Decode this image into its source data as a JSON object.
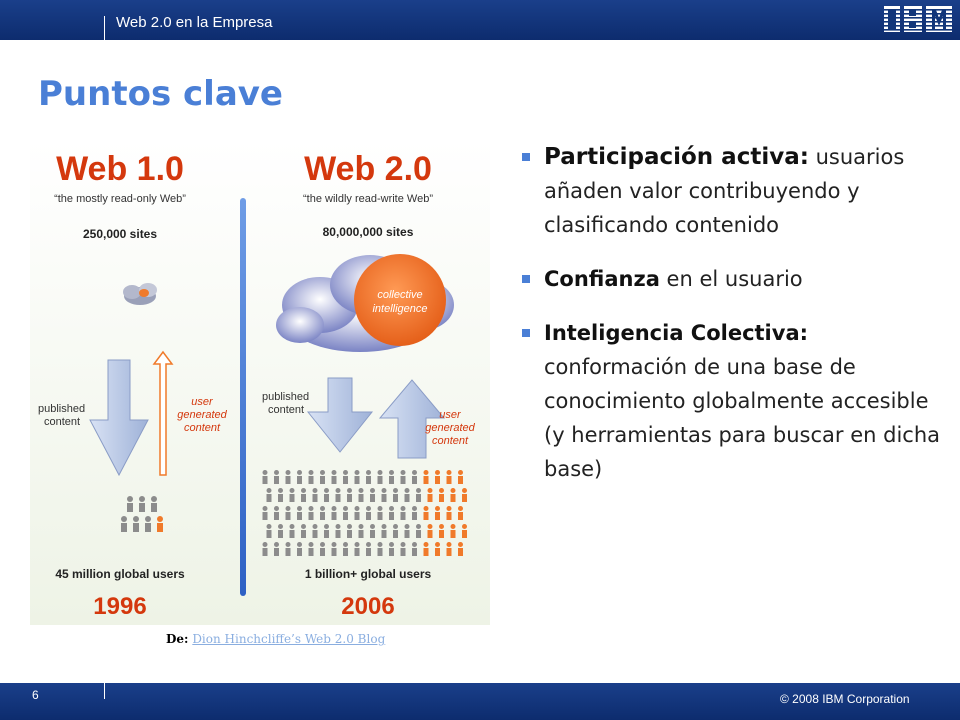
{
  "header": {
    "title": "Web 2.0 en la Empresa",
    "logo": "IBM"
  },
  "slide": {
    "title": "Puntos clave",
    "figure": {
      "left": {
        "heading": "Web 1.0",
        "tagline": "“the mostly read-only Web”",
        "sites": "250,000 sites",
        "down_label_1": "published",
        "down_label_2": "content",
        "up_label_1": "user",
        "up_label_2": "generated",
        "up_label_3": "content",
        "users": "45 million global users",
        "year": "1996"
      },
      "right": {
        "heading": "Web 2.0",
        "tagline": "“the wildly read-write Web”",
        "sites": "80,000,000 sites",
        "cloud_label_1": "collective",
        "cloud_label_2": "intelligence",
        "down_label_1": "published",
        "down_label_2": "content",
        "up_label_1": "user",
        "up_label_2": "generated",
        "up_label_3": "content",
        "users": "1 billion+ global users",
        "year": "2006"
      }
    },
    "caption": {
      "prefix": "De:",
      "link": "Dion Hinchcliffe’s Web 2.0 Blog"
    },
    "bullets": [
      {
        "bold": "Participación activa:",
        "text": " usuarios añaden valor contribuyendo y clasificando contenido"
      },
      {
        "bold": "Confianza",
        "text": " en el usuario"
      },
      {
        "bold": "Inteligencia Colectiva:",
        "text": " conformación de una base de conocimiento globalmente accesible (y herramientas para buscar en dicha base)"
      }
    ]
  },
  "footer": {
    "page": "6",
    "copyright": "© 2008 IBM Corporation"
  },
  "colors": {
    "bar": "#12367a",
    "title": "#4a7fd6",
    "orange": "#f07a2a",
    "figure_red": "#d4380d"
  }
}
